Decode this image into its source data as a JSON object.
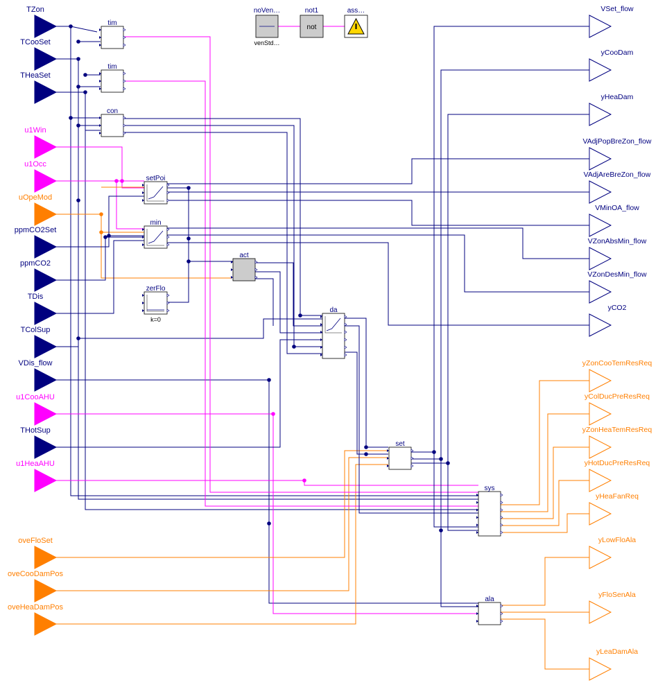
{
  "colors": {
    "real": "#00007f",
    "bool": "#ff00ff",
    "int": "#ff7f00",
    "block_bg": "#ffffff",
    "block_border": "#000000",
    "grey_block": "#cccccc"
  },
  "inputs": [
    {
      "label": "TZon",
      "type": "real"
    },
    {
      "label": "TCooSet",
      "type": "real"
    },
    {
      "label": "THeaSet",
      "type": "real"
    },
    {
      "label": "u1Win",
      "type": "bool"
    },
    {
      "label": "u1Occ",
      "type": "bool"
    },
    {
      "label": "uOpeMod",
      "type": "int"
    },
    {
      "label": "ppmCO2Set",
      "type": "real"
    },
    {
      "label": "ppmCO2",
      "type": "real"
    },
    {
      "label": "TDis",
      "type": "real"
    },
    {
      "label": "TColSup",
      "type": "real"
    },
    {
      "label": "VDis_flow",
      "type": "real"
    },
    {
      "label": "u1CooAHU",
      "type": "bool"
    },
    {
      "label": "THotSup",
      "type": "real"
    },
    {
      "label": "u1HeaAHU",
      "type": "bool"
    },
    {
      "label": "oveFloSet",
      "type": "int"
    },
    {
      "label": "oveCooDamPos",
      "type": "int"
    },
    {
      "label": "oveHeaDamPos",
      "type": "int"
    }
  ],
  "outputs": [
    {
      "label": "VSet_flow",
      "type": "real"
    },
    {
      "label": "yCooDam",
      "type": "real"
    },
    {
      "label": "yHeaDam",
      "type": "real"
    },
    {
      "label": "VAdjPopBreZon_flow",
      "type": "real"
    },
    {
      "label": "VAdjAreBreZon_flow",
      "type": "real"
    },
    {
      "label": "VMinOA_flow",
      "type": "real"
    },
    {
      "label": "VZonAbsMin_flow",
      "type": "real"
    },
    {
      "label": "VZonDesMin_flow",
      "type": "real"
    },
    {
      "label": "yCO2",
      "type": "real"
    },
    {
      "label": "yZonCooTemResReq",
      "type": "int"
    },
    {
      "label": "yColDucPreResReq",
      "type": "int"
    },
    {
      "label": "yZonHeaTemResReq",
      "type": "int"
    },
    {
      "label": "yHotDucPreResReq",
      "type": "int"
    },
    {
      "label": "yHeaFanReq",
      "type": "int"
    },
    {
      "label": "yLowFloAla",
      "type": "int"
    },
    {
      "label": "yFloSenAla",
      "type": "int"
    },
    {
      "label": "yLeaDamAla",
      "type": "int"
    }
  ],
  "blocks": [
    {
      "name": "tim",
      "icon": "blank-block-icon"
    },
    {
      "name": "tim",
      "icon": "blank-block-icon"
    },
    {
      "name": "con",
      "icon": "blank-block-icon"
    },
    {
      "name": "setPoi",
      "icon": "setpoint-curve-icon"
    },
    {
      "name": "min",
      "icon": "minimum-flow-curve-icon"
    },
    {
      "name": "act",
      "icon": "grey-block-icon"
    },
    {
      "name": "zerFlo",
      "param": "k=0",
      "icon": "constant-icon"
    },
    {
      "name": "da",
      "icon": "damper-curve-icon"
    },
    {
      "name": "set",
      "icon": "blank-block-icon"
    },
    {
      "name": "sys",
      "icon": "blank-block-icon"
    },
    {
      "name": "ala",
      "icon": "blank-block-icon"
    }
  ],
  "top_blocks": [
    {
      "name": "noVen…",
      "sublabel": "venStd…",
      "icon": "boolean-source-icon"
    },
    {
      "name": "not1",
      "text": "not",
      "icon": "not-gate-icon"
    },
    {
      "name": "ass…",
      "icon": "warning-triangle-icon"
    }
  ]
}
